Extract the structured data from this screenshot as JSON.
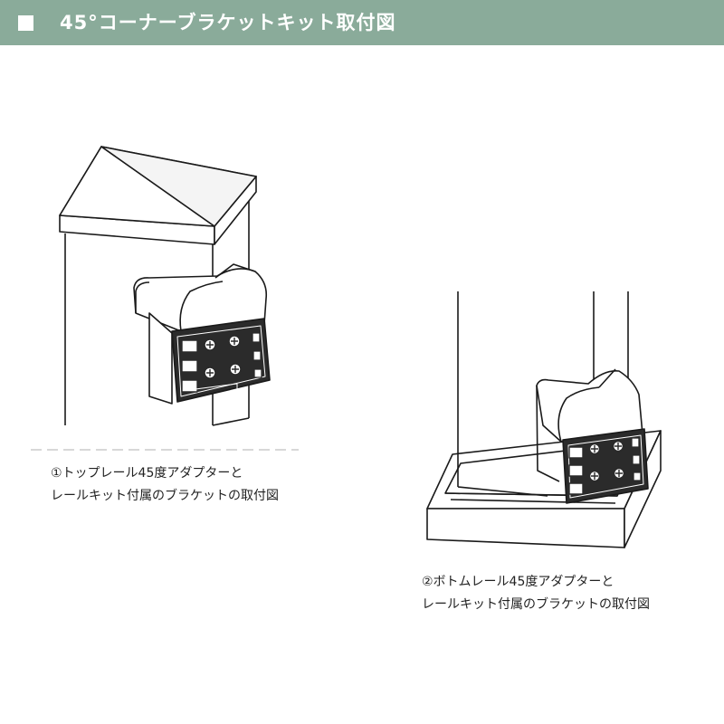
{
  "header": {
    "title": "45°コーナーブラケットキット取付図",
    "bar_color": "#8aab9a"
  },
  "figures": [
    {
      "caption_line1": "①トップレール45度アダプターと",
      "caption_line2": "レールキット付属のブラケットの取付図"
    },
    {
      "caption_line1": "②ボトムレール45度アダプターと",
      "caption_line2": "レールキット付属のブラケットの取付図"
    }
  ]
}
